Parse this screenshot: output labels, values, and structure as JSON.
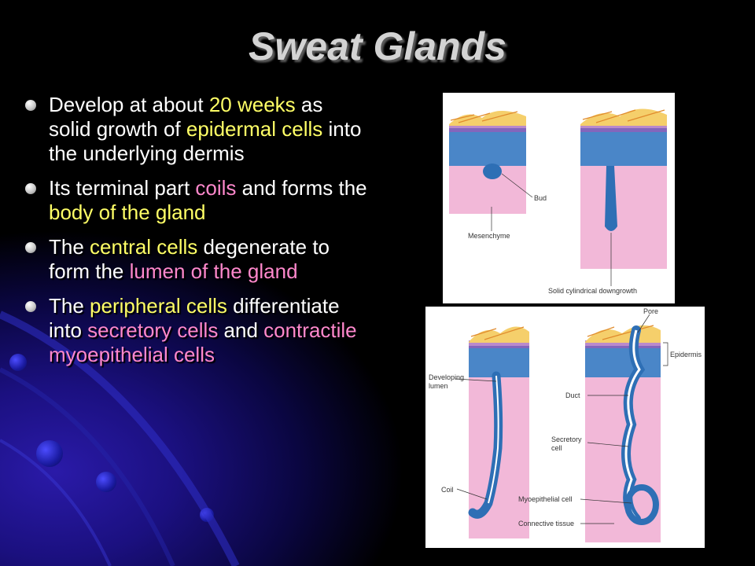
{
  "slide": {
    "title": "Sweat Glands",
    "bullets": [
      {
        "segments": [
          {
            "text": "Develop at about ",
            "hl": "none"
          },
          {
            "text": "20 weeks",
            "hl": "yellow"
          },
          {
            "text": " as solid growth of ",
            "hl": "none"
          },
          {
            "text": "epidermal cells",
            "hl": "yellow"
          },
          {
            "text": " into the underlying dermis",
            "hl": "none"
          }
        ]
      },
      {
        "segments": [
          {
            "text": "Its terminal part ",
            "hl": "none"
          },
          {
            "text": "coils",
            "hl": "pink"
          },
          {
            "text": " and forms the ",
            "hl": "none"
          },
          {
            "text": "body of the gland",
            "hl": "yellow"
          }
        ]
      },
      {
        "segments": [
          {
            "text": "The ",
            "hl": "none"
          },
          {
            "text": "central cells",
            "hl": "yellow"
          },
          {
            "text": " degenerate to form the ",
            "hl": "none"
          },
          {
            "text": "lumen of the gland",
            "hl": "pink"
          }
        ]
      },
      {
        "segments": [
          {
            "text": "The ",
            "hl": "none"
          },
          {
            "text": "peripheral cells",
            "hl": "yellow"
          },
          {
            "text": " differentiate into ",
            "hl": "none"
          },
          {
            "text": "secretory cells",
            "hl": "pink"
          },
          {
            "text": " and ",
            "hl": "none"
          },
          {
            "text": "contractile myoepithelial cells",
            "hl": "pink"
          }
        ]
      }
    ]
  },
  "figure_top": {
    "labels": {
      "bud": "Bud",
      "mesenchyme": "Mesenchyme",
      "downgrowth": "Solid cylindrical downgrowth"
    }
  },
  "figure_bottom": {
    "labels": {
      "pore": "Pore",
      "epidermis": "Epidermis",
      "developing_lumen_1": "Developing",
      "developing_lumen_2": "lumen",
      "duct": "Duct",
      "secretory_1": "Secretory",
      "secretory_2": "cell",
      "coil": "Coil",
      "myoepithelial": "Myoepithelial cell",
      "connective": "Connective tissue"
    }
  },
  "colors": {
    "highlight_yellow": "#ffff66",
    "highlight_pink": "#ff88cc",
    "title": "#d3d3d3",
    "dermis_pink": "#f2b8d8",
    "epidermis_blue": "#4a86c8",
    "keratin_yellow": "#f5cf6b"
  }
}
